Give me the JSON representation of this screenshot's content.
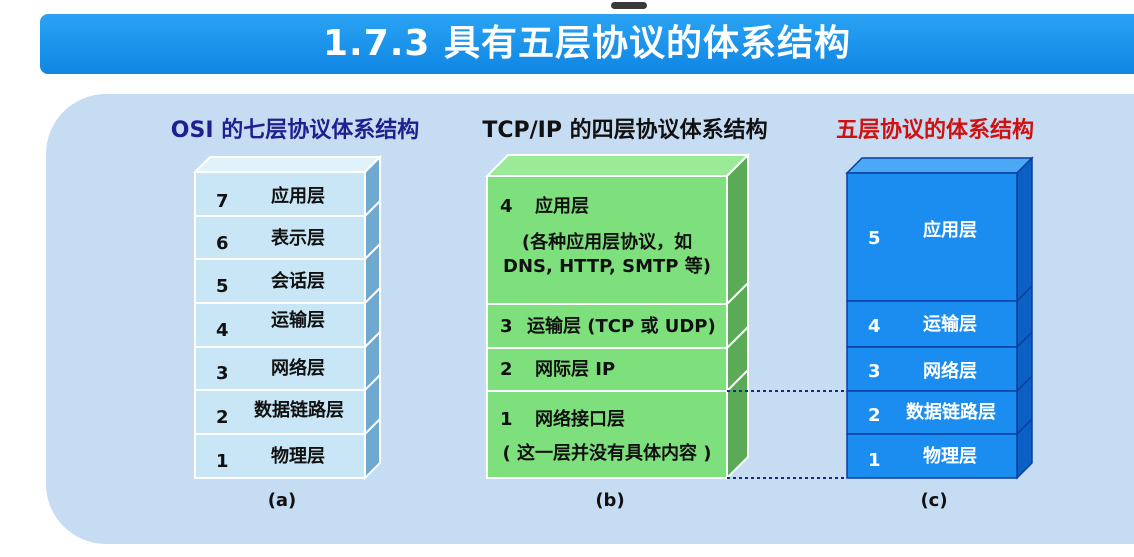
{
  "title": "1.7.3  具有五层协议的体系结构",
  "osi": {
    "heading": "OSI 的七层协议体系结构",
    "heading_color": "#1f1f8f",
    "caption": "(a)",
    "layers": [
      {
        "num": "7",
        "name": "应用层"
      },
      {
        "num": "6",
        "name": "表示层"
      },
      {
        "num": "5",
        "name": "会话层"
      },
      {
        "num": "4",
        "name": "运输层"
      },
      {
        "num": "3",
        "name": "网络层"
      },
      {
        "num": "2",
        "name": "数据链路层"
      },
      {
        "num": "1",
        "name": "物理层"
      }
    ]
  },
  "tcpip": {
    "heading": "TCP/IP 的四层协议体系结构",
    "heading_color": "#111111",
    "caption": "(b)",
    "layers": [
      {
        "num": "4",
        "name": "应用层",
        "note1": "(各种应用层协议，如",
        "note2": "DNS, HTTP, SMTP 等)"
      },
      {
        "num": "3",
        "name": "运输层 (TCP 或 UDP)"
      },
      {
        "num": "2",
        "name": "网际层 IP"
      },
      {
        "num": "1",
        "name": "网络接口层",
        "note1": "( 这一层并没有具体内容 )"
      }
    ]
  },
  "five": {
    "heading": "五层协议的体系结构",
    "heading_color": "#d01010",
    "caption": "(c)",
    "layers": [
      {
        "num": "5",
        "name": "应用层"
      },
      {
        "num": "4",
        "name": "运输层"
      },
      {
        "num": "3",
        "name": "网络层"
      },
      {
        "num": "2",
        "name": "数据链路层"
      },
      {
        "num": "1",
        "name": "物理层"
      }
    ]
  },
  "colors": {
    "title_bar": "#1a93ea",
    "panel": "#c6dcf2",
    "osi_front": "#c8e6f6",
    "osi_side": "#6fa9cf",
    "tcp_front": "#7ee07c",
    "tcp_side": "#5aaa58",
    "five_front": "#1c8df0",
    "five_side": "#0c5fc4"
  }
}
